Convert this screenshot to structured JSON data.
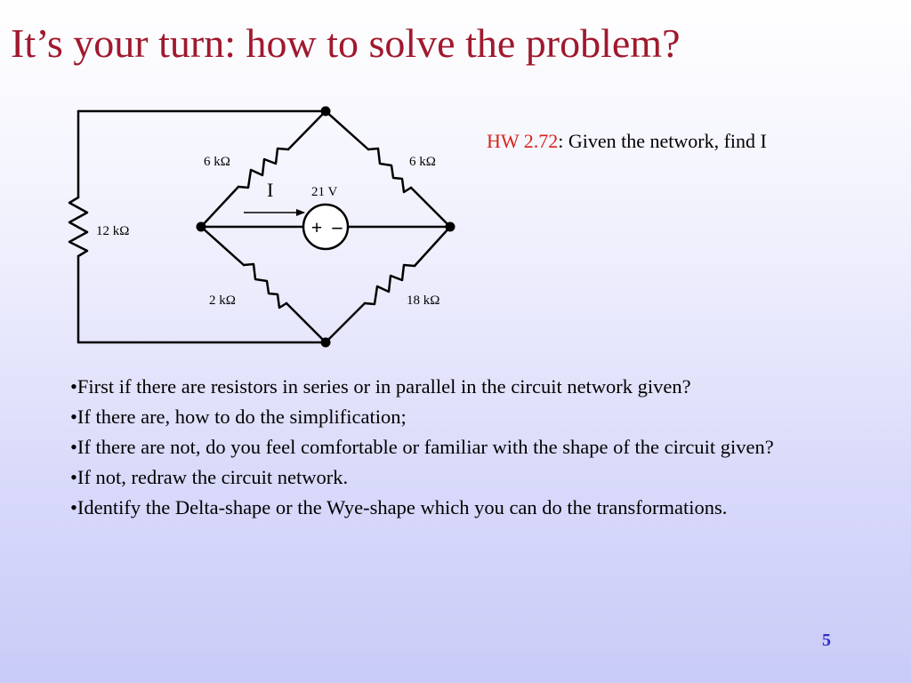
{
  "slide": {
    "title": "It’s your turn: how to solve the problem?",
    "page_number": "5"
  },
  "homework": {
    "reference": "HW 2.72",
    "prompt": ": Given the network, find I"
  },
  "circuit": {
    "resistor_top_left": "6 kΩ",
    "resistor_top_right": "6 kΩ",
    "resistor_left": "12 kΩ",
    "resistor_bottom_left": "2 kΩ",
    "resistor_bottom_right": "18 kΩ",
    "source_voltage": "21 V",
    "source_plus": "+",
    "source_minus": "–",
    "current_label": "I"
  },
  "bullets": [
    "•First if there are resistors in series or in parallel in the circuit network given?",
    "•If there are, how to do the simplification;",
    "•If there are not,  do you feel comfortable or familiar with the shape of the circuit given?",
    "•If not, redraw the circuit network.",
    "•Identify the Delta-shape or the Wye-shape which you can do the transformations."
  ]
}
